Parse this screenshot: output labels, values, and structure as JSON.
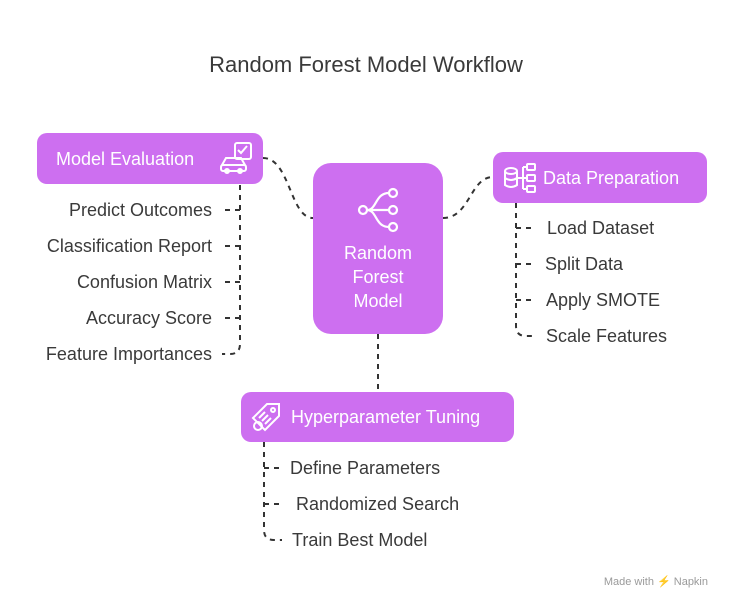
{
  "title": "Random Forest Model Workflow",
  "center": {
    "label": "Random\nForest\nModel",
    "icon": "hierarchy-tree-icon"
  },
  "branches": {
    "evaluation": {
      "label": "Model Evaluation",
      "icon": "car-checklist-icon",
      "items": [
        "Predict Outcomes",
        "Classification Report",
        "Confusion Matrix",
        "Accuracy Score",
        "Feature Importances"
      ]
    },
    "preparation": {
      "label": "Data Preparation",
      "icon": "database-flow-icon",
      "items": [
        "Load Dataset",
        "Split Data",
        "Apply SMOTE",
        "Scale Features"
      ]
    },
    "tuning": {
      "label": "Hyperparameter Tuning",
      "icon": "tag-settings-icon",
      "items": [
        "Define Parameters",
        "Randomized Search",
        "Train Best Model"
      ]
    }
  },
  "footer": "Made with ⚡ Napkin",
  "colors": {
    "accent": "#cd6ff0",
    "line": "#333333",
    "text": "#3a3a3a"
  }
}
